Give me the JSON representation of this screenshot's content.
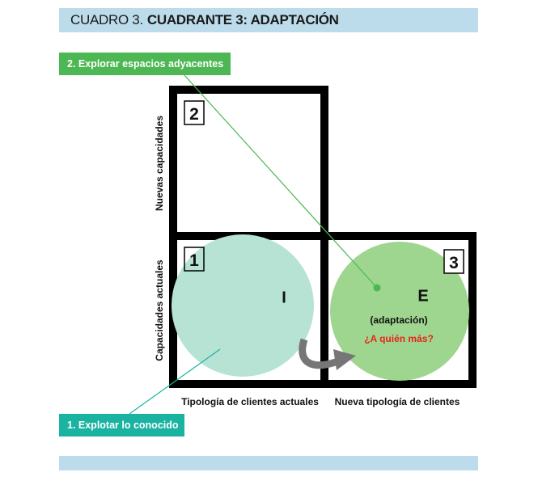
{
  "header": {
    "prefix": "CUADRO 3.",
    "title": "CUADRANTE 3: ADAPTACIÓN"
  },
  "callouts": {
    "explore_adjacent": "2. Explorar espacios adyacentes",
    "exploit_known": "1. Explotar lo conocido"
  },
  "axes": {
    "y_upper": "Nuevas capacidades",
    "y_lower": "Capacidades actuales",
    "x_left": "Tipología de clientes actuales",
    "x_right": "Nueva tipología de clientes"
  },
  "quadrants": {
    "q1": "1",
    "q2": "2",
    "q3": "3"
  },
  "circles": {
    "left_letter": "I",
    "right_letter": "E",
    "right_subtitle": "(adaptación)",
    "right_question": "¿A quién más?"
  },
  "colors": {
    "header_bg": "#bcdcec",
    "green_callout": "#4cb753",
    "teal_callout": "#1ab3a1",
    "left_circle": "#b7e3d5",
    "right_circle": "#9fd68f",
    "question_red": "#e8231a"
  }
}
